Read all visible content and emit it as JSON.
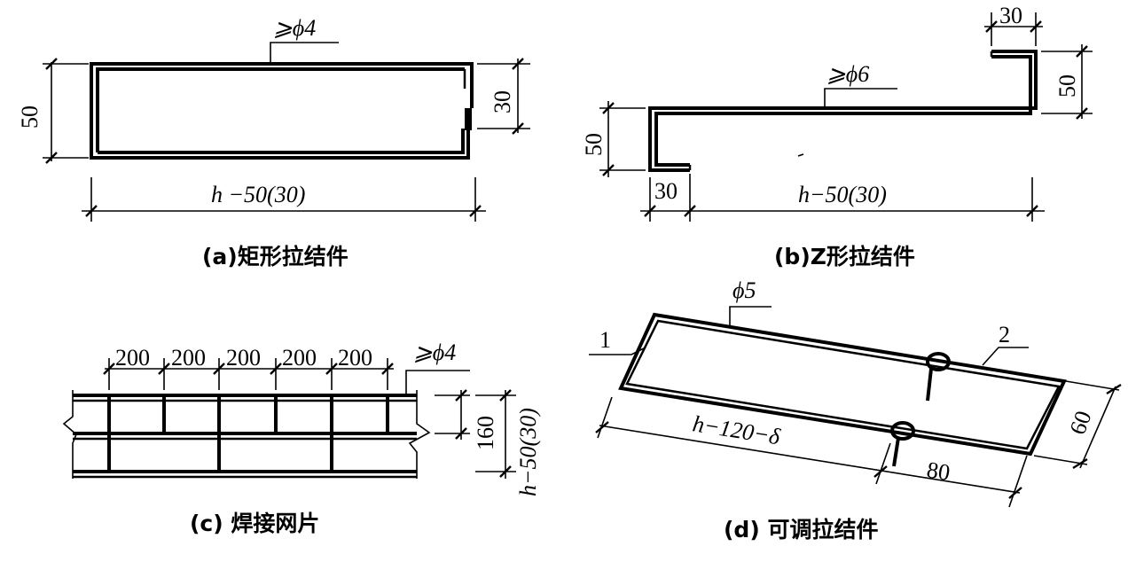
{
  "panels": {
    "a": {
      "caption": "(a)矩形拉结件",
      "wire_label": "⩾ϕ4",
      "dims": {
        "height": "50",
        "hook": "30",
        "length": "h −50(30)"
      }
    },
    "b": {
      "caption": "(b)Z形拉结件",
      "wire_label": "⩾ϕ6",
      "dims": {
        "top_hook": "30",
        "right_height": "50",
        "left_height": "50",
        "bottom_hook": "30",
        "length": "h−50(30)"
      }
    },
    "c": {
      "caption": "(c) 焊接网片",
      "wire_label": "⩾ϕ4",
      "spacings": [
        "200",
        "200",
        "200",
        "200",
        "200"
      ],
      "dims": {
        "spacing": "160",
        "width": "h−50(30)"
      }
    },
    "d": {
      "caption": "(d) 可调拉结件",
      "wire_label": "ϕ5",
      "callouts": [
        "1",
        "2"
      ],
      "dims": {
        "length": "h−120−δ",
        "depth": "60",
        "offset": "80"
      }
    }
  }
}
